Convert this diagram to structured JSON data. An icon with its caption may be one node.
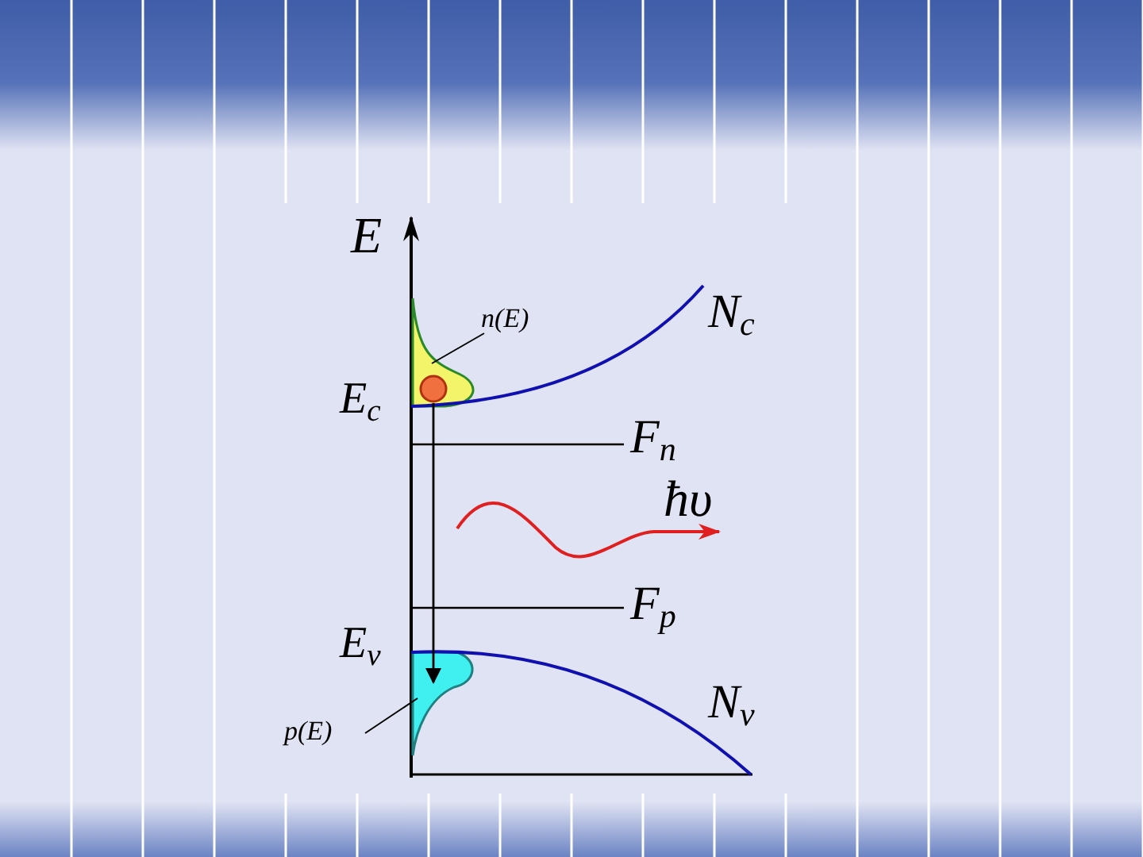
{
  "diagram": {
    "nodes": [
      {
        "text": [
          "n(E)"
        ]
      },
      {
        "text": [],
        "shape": "blob"
      },
      {
        "text": [],
        "shape": "circle",
        "in": 1
      },
      {
        "text": [
          "p(E)"
        ]
      },
      {
        "text": [],
        "shape": "blob"
      }
    ],
    "edges": [
      {
        "from": 0,
        "to": 1,
        "arrow": "none"
      },
      {
        "from": 3,
        "to": 4,
        "arrow": "none"
      },
      {
        "from": 2,
        "to": 4,
        "arrow": "to"
      }
    ],
    "labels": [
      "E",
      "N$_{c}$",
      "E$_{c}$",
      "F$_{n}$",
      "ħυ",
      "F$_{p}$",
      "E$_{v}$",
      "N$_{v}$"
    ]
  }
}
